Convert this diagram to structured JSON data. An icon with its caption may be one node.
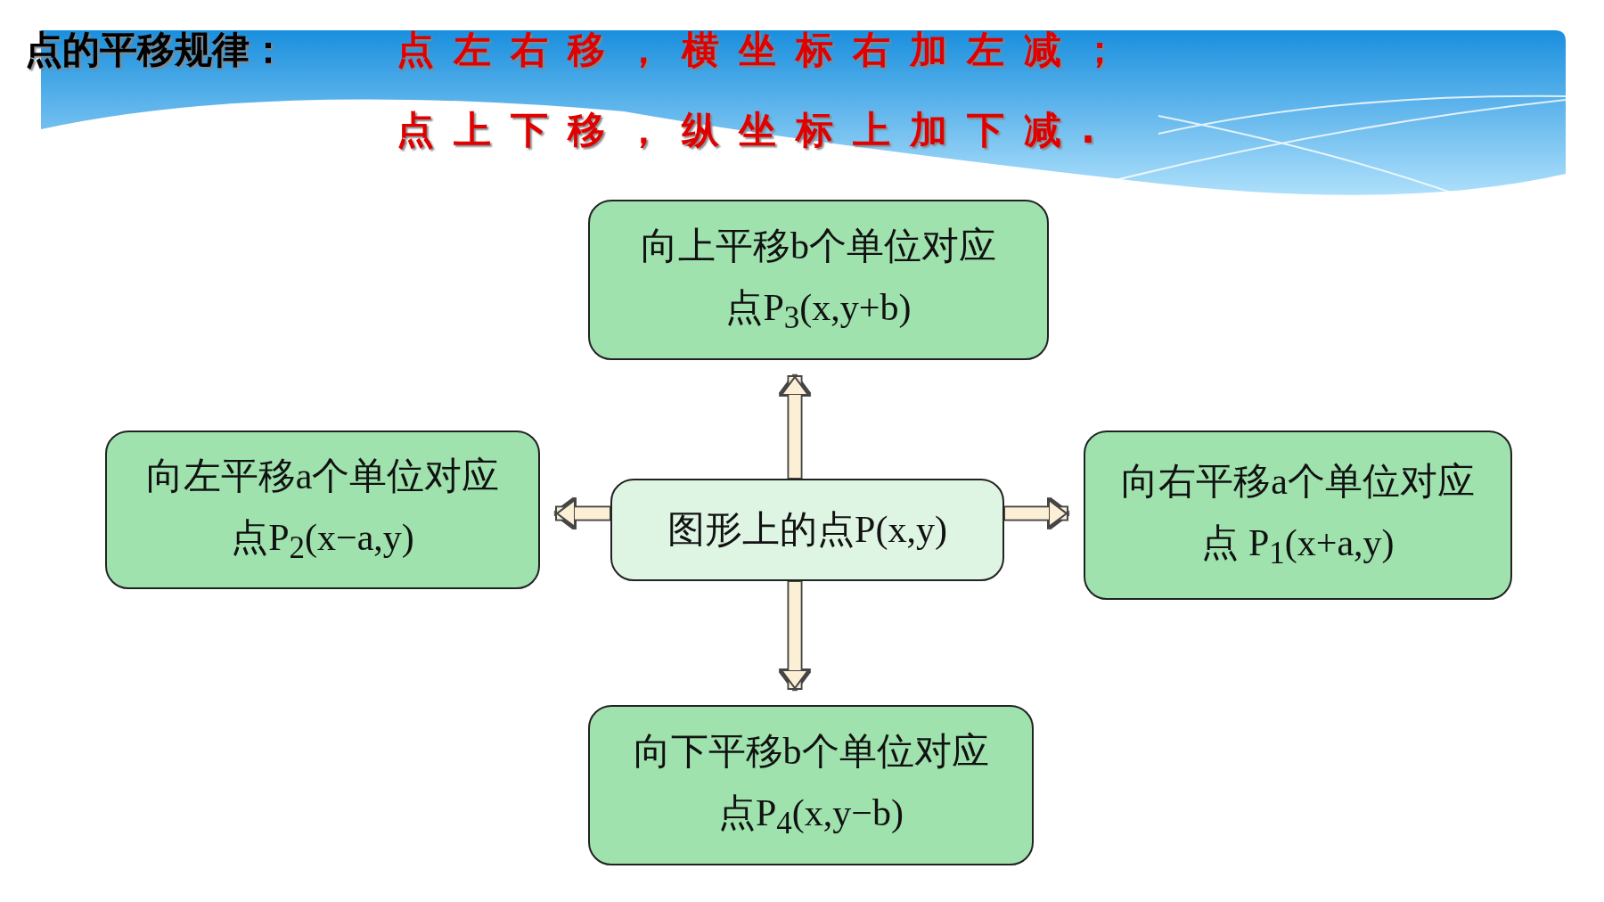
{
  "diagram": {
    "title": "点的平移规律：",
    "nodes": [
      {
        "text": [
          "图形上的点P(x,y)"
        ]
      },
      {
        "text": [
          "向上平移b个单位对应点P$_{3}$(x,y+b)"
        ]
      },
      {
        "text": [
          "向左平移a个单位对应点P$_{2}$(x−a,y)"
        ]
      },
      {
        "text": [
          "向右平移a个单位对应点 P$_{1}$(x+a,y)"
        ]
      },
      {
        "text": [
          "向下平移b个单位对应点P$_{4}$(x,y−b)"
        ]
      }
    ],
    "edges": [
      {
        "from": 0,
        "to": 1,
        "arrow": "to"
      },
      {
        "from": 0,
        "to": 2,
        "arrow": "to"
      },
      {
        "from": 0,
        "to": 3,
        "arrow": "to"
      },
      {
        "from": 0,
        "to": 4,
        "arrow": "to"
      }
    ],
    "labels": [
      "点左右移，横坐标右加左减；",
      "点上下移，纵坐标上加下减."
    ]
  }
}
